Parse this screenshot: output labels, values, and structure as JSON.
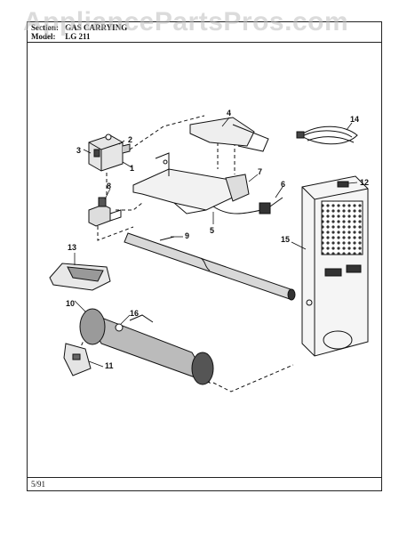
{
  "header": {
    "section_label": "Section:",
    "section_value": "GAS CARRYING",
    "model_label": "Model:",
    "model_value": "LG 211"
  },
  "watermark": "AppliancePartsPros.com",
  "footer": {
    "date": "5/91"
  },
  "callouts": [
    "1",
    "2",
    "3",
    "4",
    "5",
    "6",
    "7",
    "8",
    "9",
    "10",
    "11",
    "12",
    "13",
    "14",
    "15",
    "16"
  ]
}
